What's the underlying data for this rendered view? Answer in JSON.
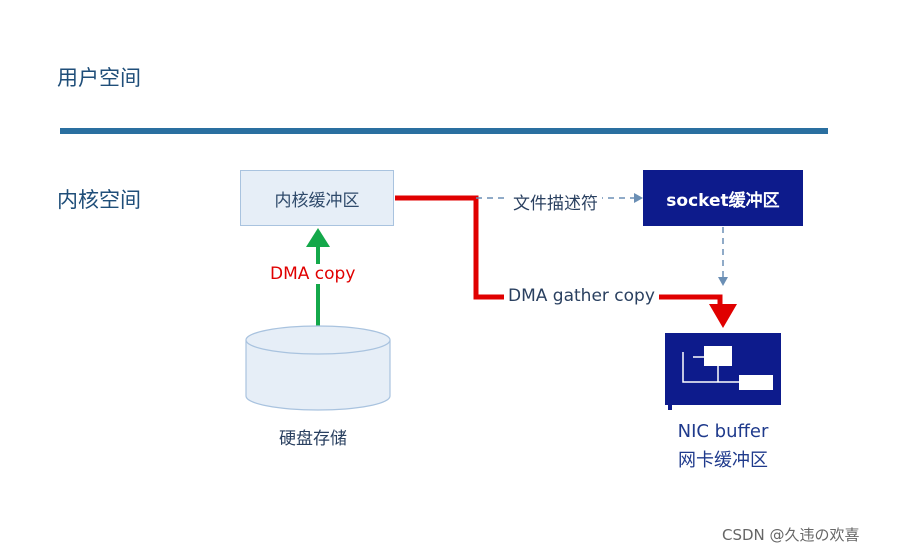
{
  "zones": {
    "user_space": "用户空间",
    "kernel_space": "内核空间"
  },
  "nodes": {
    "kernel_buffer": "内核缓冲区",
    "socket_buffer": "socket缓冲区",
    "disk": "硬盘存储",
    "nic_line1": "NIC buffer",
    "nic_line2": "网卡缓冲区"
  },
  "edges": {
    "dma_copy": "DMA copy",
    "dma_gather_copy": "DMA gather copy",
    "file_descriptor": "文件描述符"
  },
  "watermark": "CSDN @久违の欢喜",
  "colors": {
    "divider": "#2a6fa0",
    "socket_fill": "#0d1b8c",
    "dma_arrow": "#e00000",
    "disk_arrow": "#14a84a",
    "dashed": "#6b8fb5"
  }
}
